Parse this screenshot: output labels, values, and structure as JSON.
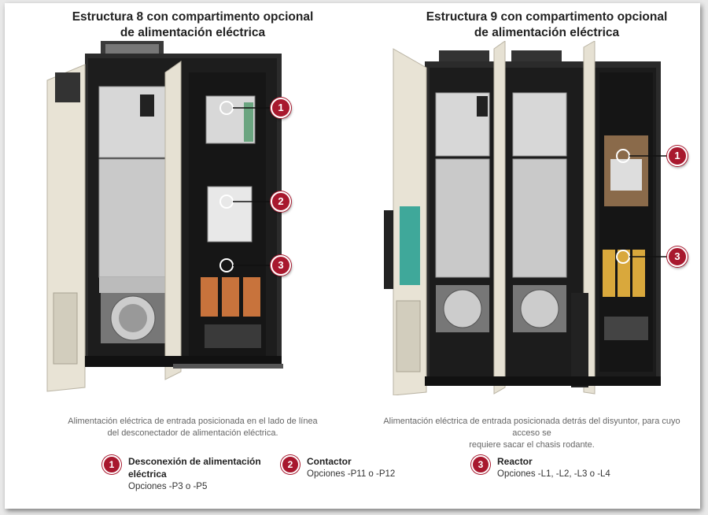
{
  "frame8": {
    "title_line1": "Estructura 8 con compartimento opcional",
    "title_line2": "de alimentación eléctrica",
    "caption_line1": "Alimentación eléctrica de entrada posicionada en el lado de línea",
    "caption_line2": "del desconectador de alimentación eléctrica."
  },
  "frame9": {
    "title_line1": "Estructura 9 con compartimento opcional",
    "title_line2": "de alimentación eléctrica",
    "caption_line1": "Alimentación eléctrica de entrada posicionada detrás del disyuntor, para cuyo acceso se",
    "caption_line2": "requiere sacar el chasis rodante."
  },
  "callout_numbers": [
    "1",
    "2",
    "3"
  ],
  "legend": [
    {
      "number": "1",
      "title_line1": "Desconexión de alimentación",
      "title_line2": "eléctrica",
      "options": "Opciones -P3 o -P5"
    },
    {
      "number": "2",
      "title_line1": "Contactor",
      "title_line2": "",
      "options": "Opciones -P11 o -P12"
    },
    {
      "number": "3",
      "title_line1": "Reactor",
      "title_line2": "",
      "options": "Opciones -L1, -L2, -L3 o -L4"
    }
  ],
  "colors": {
    "badge": "#a8182e",
    "cabinet": "#e6e1d3",
    "cabinet_dark": "#2a2a2a",
    "filter": "#3fa89a",
    "reactor": "#d9a83c"
  }
}
